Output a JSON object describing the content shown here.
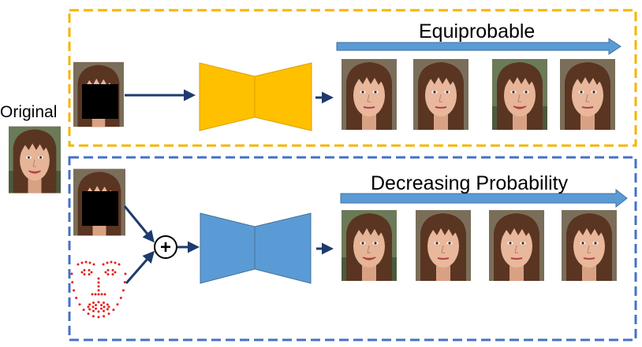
{
  "labels": {
    "original": "Original",
    "top_arrow": "Equiprobable",
    "bottom_arrow": "Decreasing Probability"
  },
  "operator_symbol": "+",
  "colors": {
    "top_panel_border": "#f6b400",
    "bottom_panel_border": "#4472c4",
    "top_network": "#ffc000",
    "bottom_network": "#5b9bd5",
    "probability_arrow": "#5b9bd5",
    "connector_arrows": "#1f3a6e",
    "landmark_dots": "#e0201c",
    "mask": "#000000"
  },
  "icons": {
    "network_shape": "bowtie-encoder-decoder",
    "combine_operator": "circled-plus"
  },
  "images": {
    "original_face": "smiling woman with bangs",
    "masked_inputs": 2,
    "top_outputs": 4,
    "bottom_outputs": 4
  }
}
